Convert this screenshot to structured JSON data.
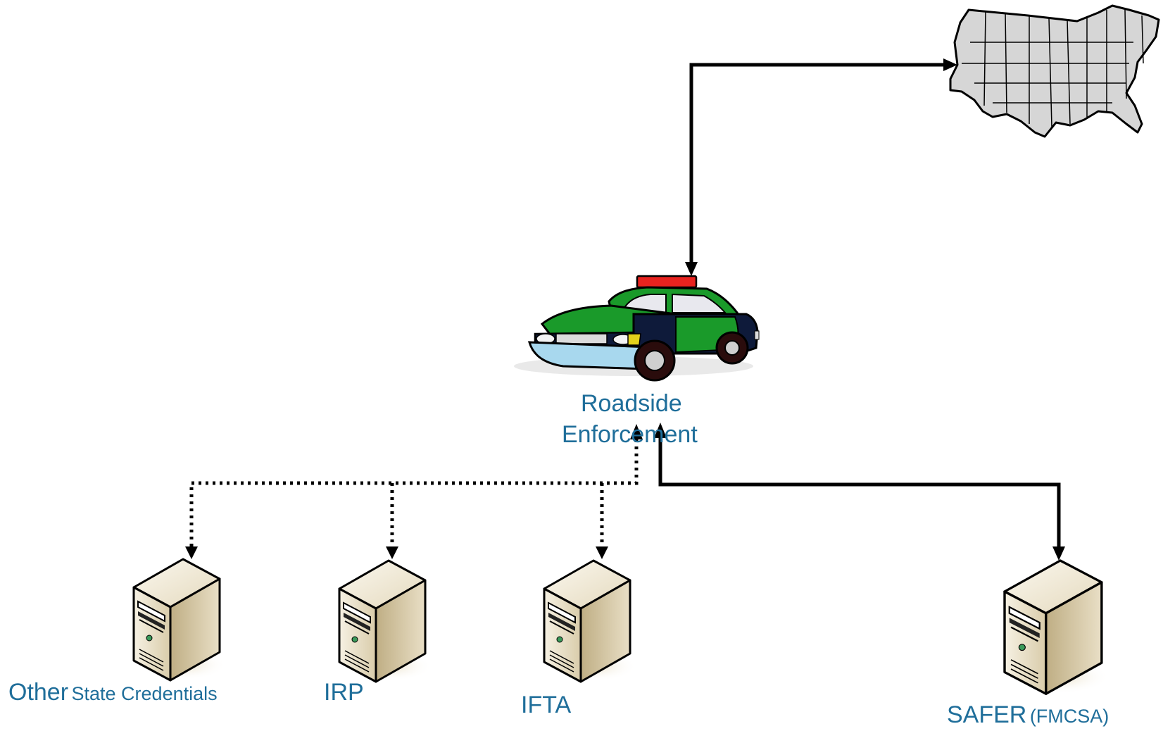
{
  "nodes": {
    "roadside": {
      "line1": "Roadside",
      "line2": "Enforcement",
      "icon": "police-car-icon"
    },
    "usmap": {
      "icon": "us-map-icon"
    },
    "other": {
      "big": "Other",
      "small": "State Credentials",
      "icon": "server-icon"
    },
    "irp": {
      "label": "IRP",
      "icon": "server-icon"
    },
    "ifta": {
      "label": "IFTA",
      "icon": "server-icon"
    },
    "safer": {
      "big": "SAFER",
      "small": "(FMCSA)",
      "icon": "server-icon"
    }
  },
  "colors": {
    "label": "#1f6e9a",
    "connector": "#000000",
    "car_green": "#1a9a2a",
    "car_navy": "#0e1a3a",
    "car_light": "#e8231f",
    "car_bumper": "#a8d8ee",
    "server_beige": "#e9dfc6",
    "map_fill": "#d6d6d6"
  }
}
